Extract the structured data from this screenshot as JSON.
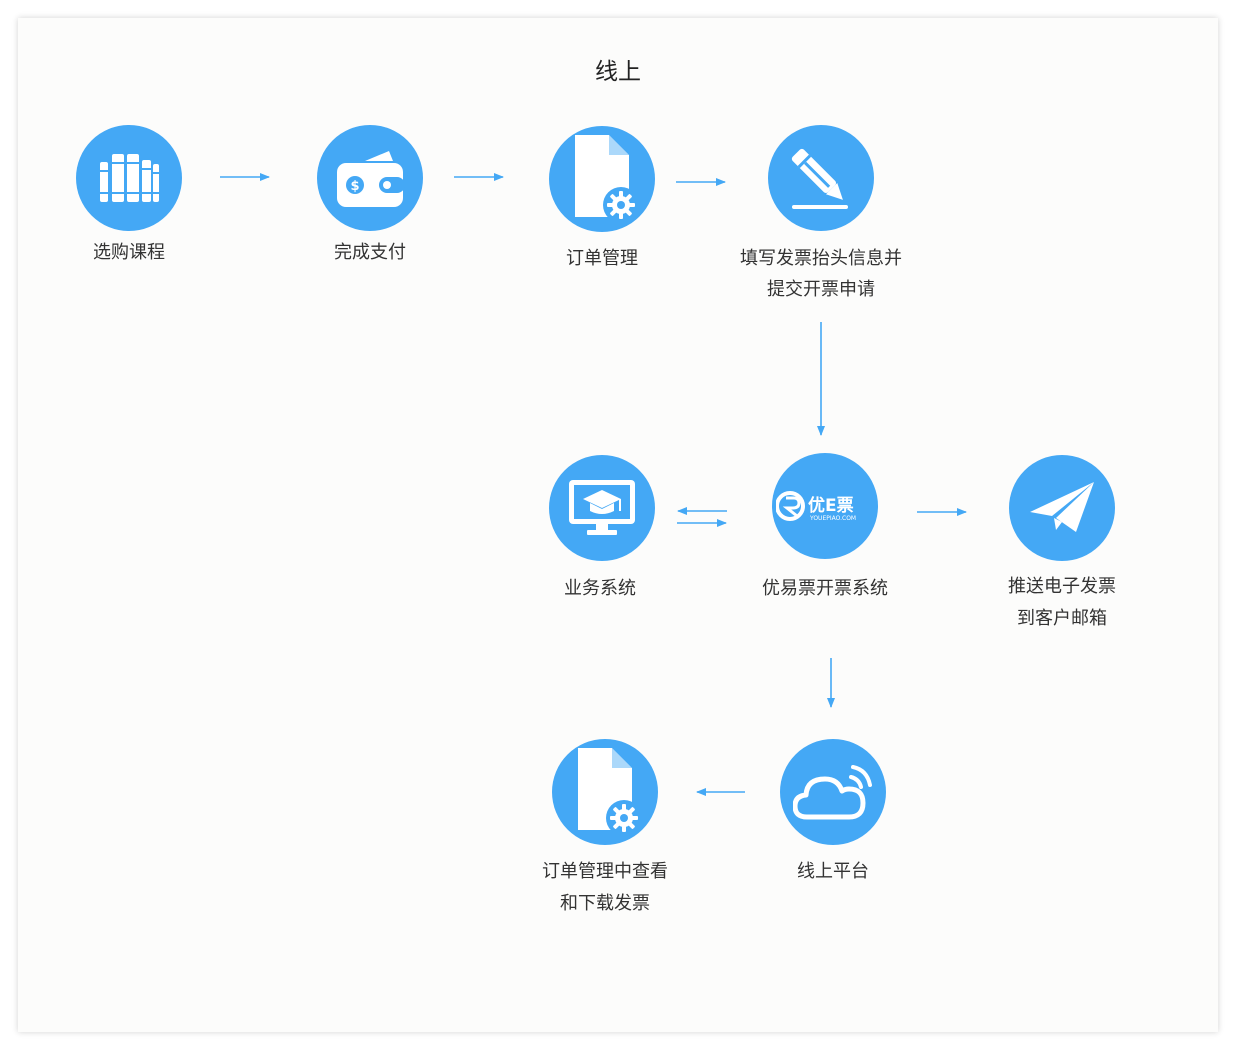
{
  "title": "线上",
  "nodes": {
    "select_course": {
      "label": "选购课程",
      "icon": "books-icon"
    },
    "payment": {
      "label": "完成支付",
      "icon": "wallet-icon"
    },
    "order_mgmt": {
      "label": "订单管理",
      "icon": "document-settings-icon"
    },
    "fill_invoice": {
      "label_line1": "填写发票抬头信息并",
      "label_line2": "提交开票申请",
      "icon": "pencil-icon"
    },
    "business_system": {
      "label": "业务系统",
      "icon": "monitor-graduation-icon"
    },
    "youepiao_system": {
      "label": "优易票开票系统",
      "logo_text": "优E票",
      "logo_sub": "YOUEPIAO.COM",
      "icon": "youepiao-logo"
    },
    "push_email": {
      "label_line1": "推送电子发票",
      "label_line2": "到客户邮箱",
      "icon": "paper-plane-icon"
    },
    "online_platform": {
      "label": "线上平台",
      "icon": "cloud-signal-icon"
    },
    "view_download": {
      "label_line1": "订单管理中查看",
      "label_line2": "和下载发票",
      "icon": "document-settings-icon"
    }
  },
  "colors": {
    "node": "#44a8f5",
    "arrow": "#44a8f5",
    "background": "#fcfcfb"
  }
}
